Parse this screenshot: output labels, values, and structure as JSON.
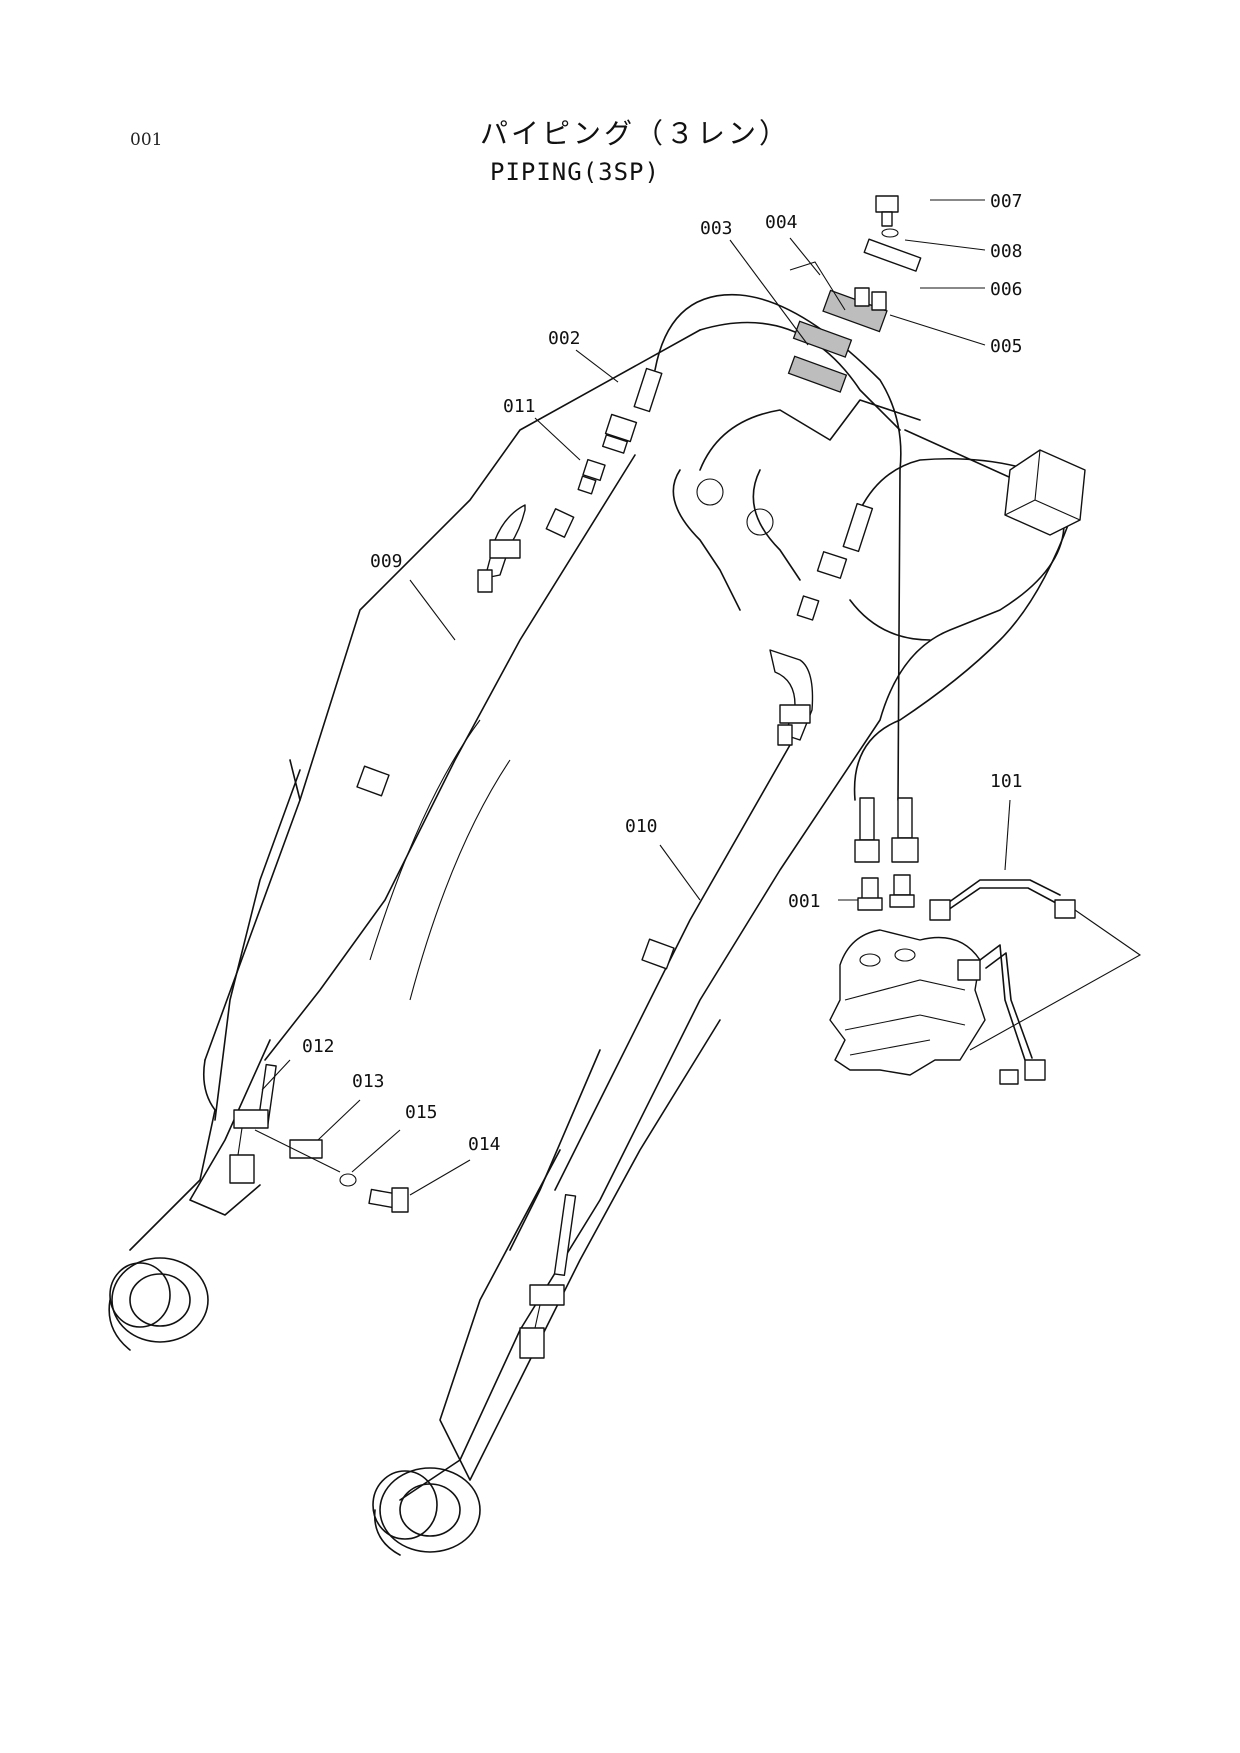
{
  "header": {
    "page_number": "001",
    "title_jp": "パイピング（３レン）",
    "title_en": "PIPING(3SP)"
  },
  "callouts": [
    {
      "id": "001",
      "label": "001"
    },
    {
      "id": "002",
      "label": "002"
    },
    {
      "id": "003",
      "label": "003"
    },
    {
      "id": "004",
      "label": "004"
    },
    {
      "id": "005",
      "label": "005"
    },
    {
      "id": "006",
      "label": "006"
    },
    {
      "id": "007",
      "label": "007"
    },
    {
      "id": "008",
      "label": "008"
    },
    {
      "id": "009",
      "label": "009"
    },
    {
      "id": "010",
      "label": "010"
    },
    {
      "id": "011",
      "label": "011"
    },
    {
      "id": "012",
      "label": "012"
    },
    {
      "id": "013",
      "label": "013"
    },
    {
      "id": "014",
      "label": "014"
    },
    {
      "id": "015",
      "label": "015"
    },
    {
      "id": "101",
      "label": "101"
    }
  ],
  "colors": {
    "line": "#111111",
    "shade": "#bdbdbd",
    "paper": "#ffffff"
  }
}
